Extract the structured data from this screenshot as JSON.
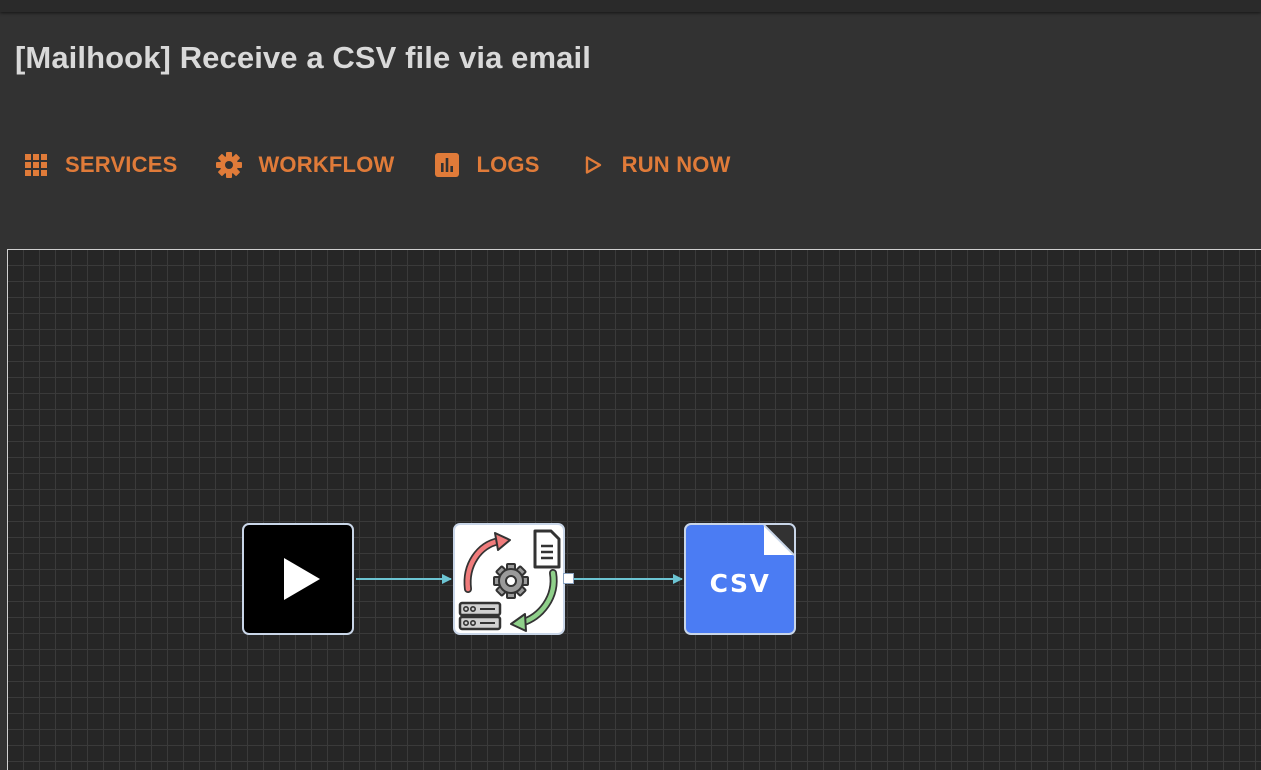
{
  "page": {
    "title": "[Mailhook] Receive a CSV file via email"
  },
  "toolbar": {
    "services": {
      "label": "SERVICES",
      "icon": "grid-icon"
    },
    "workflow": {
      "label": "WORKFLOW",
      "icon": "gear-icon"
    },
    "logs": {
      "label": "LOGS",
      "icon": "bar-chart-icon"
    },
    "run_now": {
      "label": "RUN NOW",
      "icon": "play-outline-icon"
    }
  },
  "workflow": {
    "nodes": [
      {
        "id": "trigger",
        "icon": "play-icon"
      },
      {
        "id": "process",
        "icon": "data-processing-icon"
      },
      {
        "id": "csv",
        "icon": "csv-file-icon",
        "label": "CSV"
      }
    ]
  },
  "colors": {
    "accent": "#e07b39",
    "background": "#323232",
    "title": "#d9d9d9",
    "edge": "#6cc4d2",
    "csv_node": "#4b7cf3"
  }
}
